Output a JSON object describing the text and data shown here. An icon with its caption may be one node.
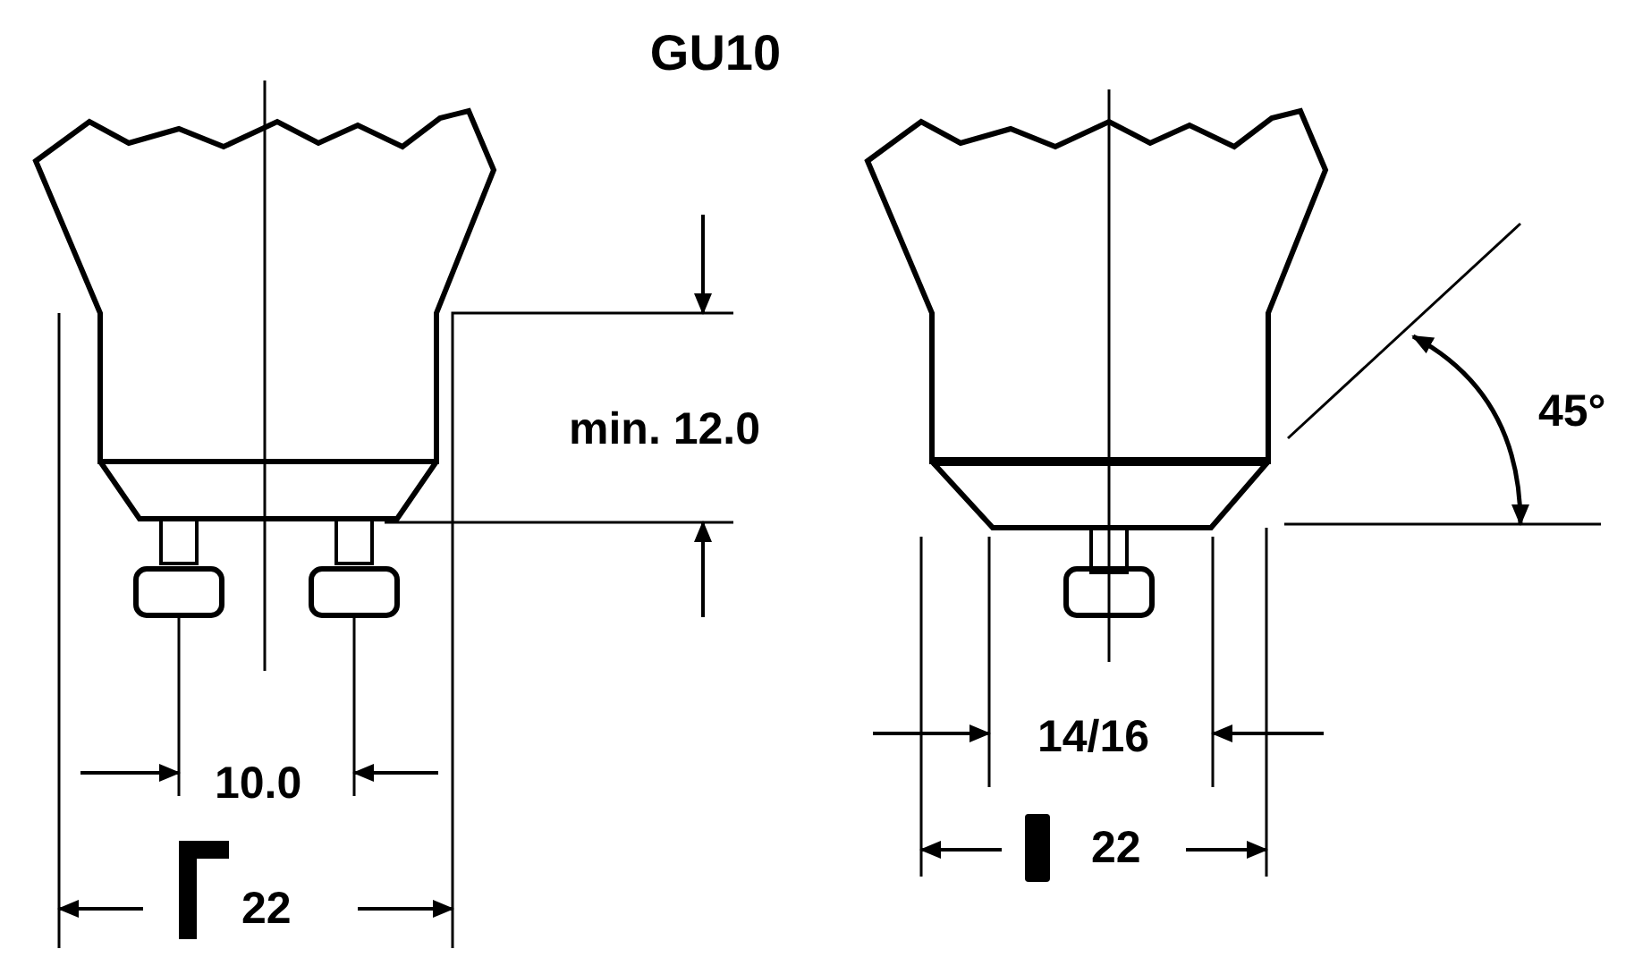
{
  "diagram": {
    "title": "GU10",
    "labels": [
      "min. 12.0",
      "10.0",
      "22",
      "14/16",
      "22",
      "45°"
    ]
  }
}
